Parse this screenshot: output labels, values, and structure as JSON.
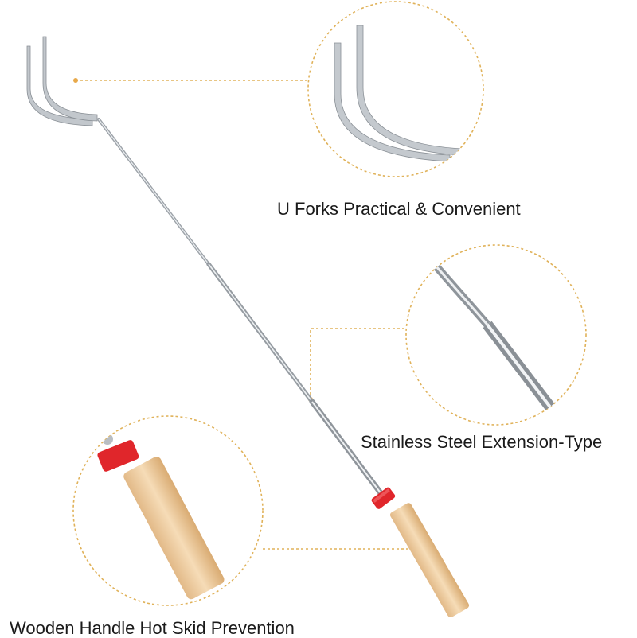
{
  "captions": {
    "fork": "U Forks Practical & Convenient",
    "steel": "Stainless Steel Extension-Type",
    "handle": "Wooden Handle Hot Skid Prevention"
  },
  "colors": {
    "callout_dash": "#e0b25a",
    "steel": "#b9bec3",
    "steel_dark": "#7e848a",
    "wood": "#f0cfa3",
    "wood_dark": "#d9ab72",
    "cap_red": "#e0262b"
  }
}
